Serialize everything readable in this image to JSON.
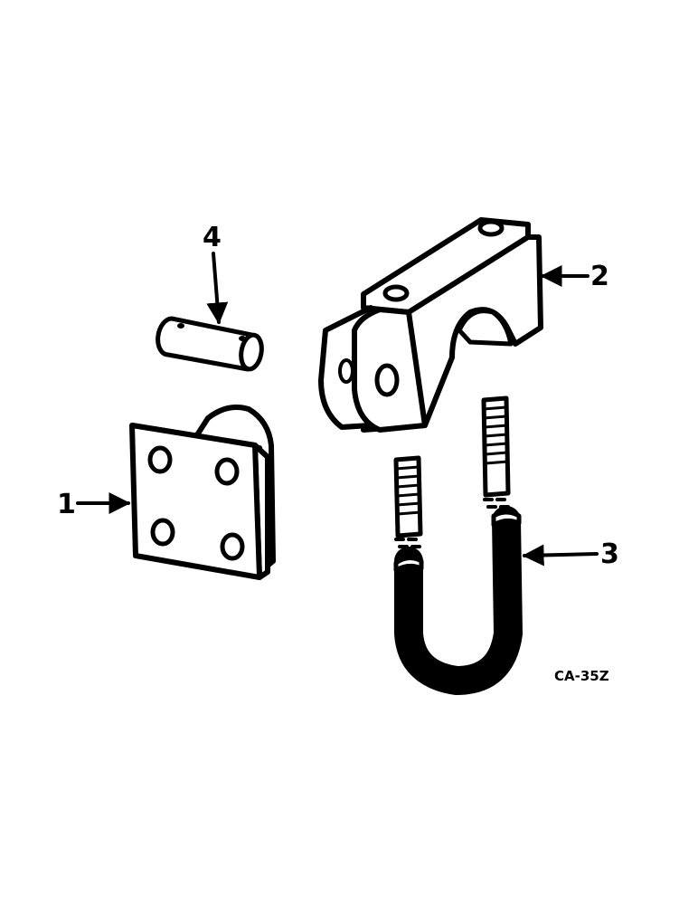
{
  "callouts": {
    "one": "1",
    "two": "2",
    "three": "3",
    "four": "4"
  },
  "drawing_code": "CA-35Z"
}
